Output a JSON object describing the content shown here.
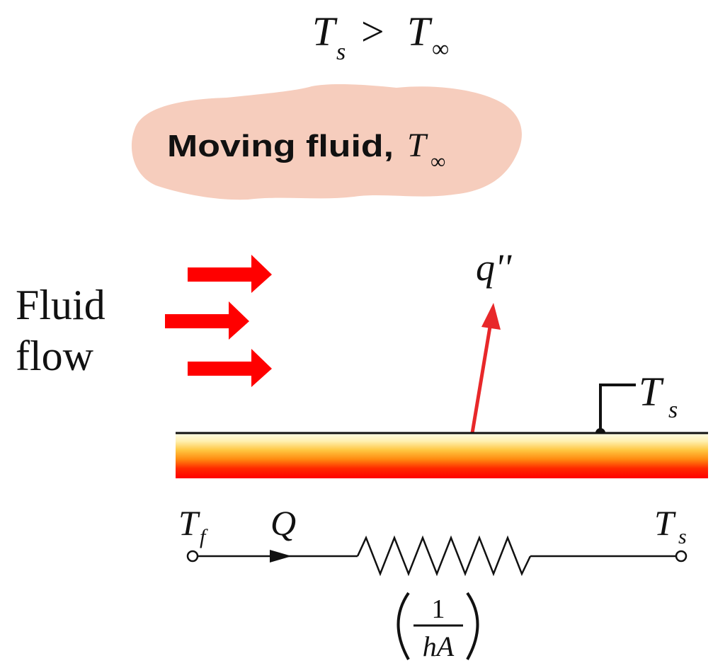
{
  "condition": {
    "left_symbol": "T",
    "left_sub": "s",
    "operator": ">",
    "right_symbol": "T",
    "right_sub": "∞"
  },
  "fluid_label": {
    "text": "Moving fluid,",
    "symbol": "T",
    "sub": "∞"
  },
  "flow_label": {
    "line1": "Fluid",
    "line2": "flow"
  },
  "heat_flux_label": "q''",
  "surface_temp": {
    "symbol": "T",
    "sub": "s"
  },
  "circuit": {
    "left_node": {
      "symbol": "T",
      "sub": "f"
    },
    "right_node": {
      "symbol": "T",
      "sub": "s"
    },
    "current_label": "Q",
    "resistance_numerator": "1",
    "resistance_denominator": "hA"
  },
  "colors": {
    "arrow": "#ff0000",
    "flux_arrow": "#e8282a",
    "blob": "#f6cdbd",
    "plate_top": "#fff2c0",
    "plate_mid": "#ffb000",
    "plate_bottom": "#ff1000"
  }
}
